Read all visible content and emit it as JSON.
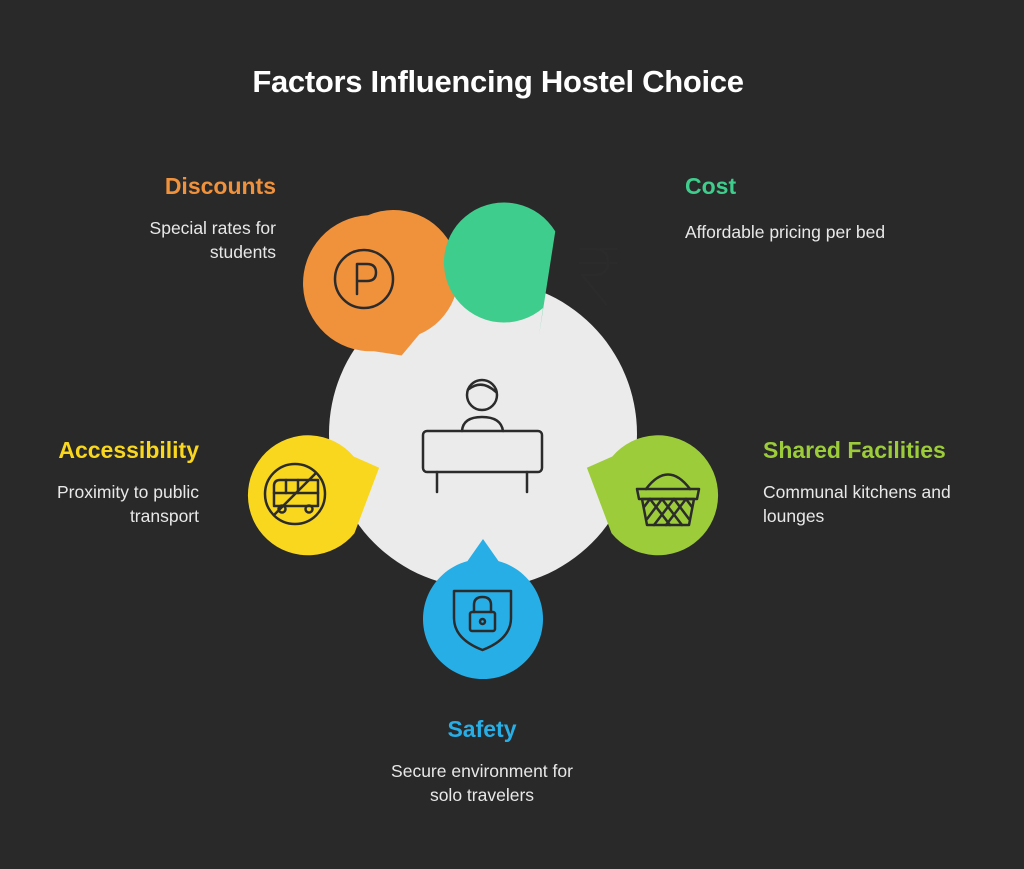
{
  "title": "Factors Influencing Hostel Choice",
  "colors": {
    "background": "#292929",
    "center_circle": "#ebebeb",
    "discounts": "#f0913c",
    "cost": "#3ecd8c",
    "shared_facilities": "#9ccc3a",
    "safety": "#27aee6",
    "accessibility": "#f9d71e"
  },
  "factors": {
    "discounts": {
      "title": "Discounts",
      "desc_line1": "Special rates for",
      "desc_line2": "students",
      "icon": "parking-sign-icon"
    },
    "cost": {
      "title": "Cost",
      "desc_line1": "Affordable pricing per bed",
      "icon": "rupee-icon"
    },
    "shared_facilities": {
      "title": "Shared Facilities",
      "desc_line1": "Communal kitchens and",
      "desc_line2": "lounges",
      "icon": "basket-icon"
    },
    "safety": {
      "title": "Safety",
      "desc_line1": "Secure environment for",
      "desc_line2": "solo travelers",
      "icon": "shield-lock-icon"
    },
    "accessibility": {
      "title": "Accessibility",
      "desc_line1": "Proximity to public",
      "desc_line2": "transport",
      "icon": "no-bus-icon"
    }
  },
  "center": {
    "icon": "person-at-desk-icon"
  }
}
